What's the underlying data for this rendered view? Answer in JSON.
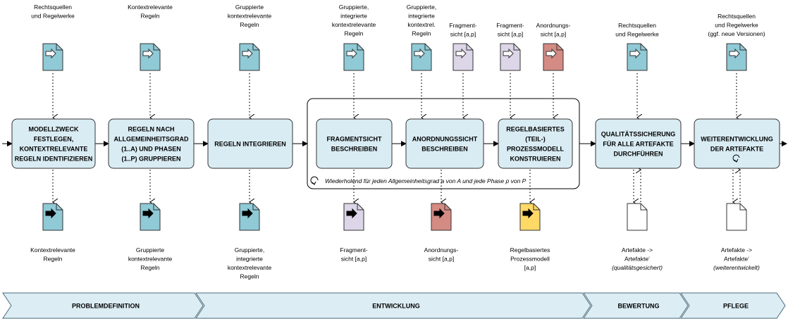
{
  "top_labels": {
    "t1": [
      "Rechtsquellen",
      "und Regelwerke"
    ],
    "t2": [
      "Kontextrelevante",
      "Regeln"
    ],
    "t3": [
      "Gruppierte",
      "kontextrelevante",
      "Regeln"
    ],
    "t4": [
      "Gruppierte,",
      "integrierte",
      "kontextrelevante",
      "Regeln"
    ],
    "t5": [
      "Gruppierte,",
      "integrierte",
      "kontextrel.",
      "Regeln"
    ],
    "t6": [
      "Fragment-",
      "sicht [a,p]"
    ],
    "t7": [
      "Fragment-",
      "sicht [a,p]"
    ],
    "t8": [
      "Anordnungs-",
      "sicht [a,p]"
    ],
    "t9": [
      "Rechtsquellen",
      "und Regelwerke"
    ],
    "t10": [
      "Rechtsquellen",
      "und Regelwerke",
      "(ggf. neue Versionen)"
    ]
  },
  "process_boxes": {
    "b1": [
      "MODELLZWECK",
      "FESTLEGEN,",
      "KONTEXTRELEVANTE",
      "REGELN IDENTIFIZIEREN"
    ],
    "b2": [
      "REGELN NACH",
      "ALLGEMEINHEITSGRAD",
      "(1..A) UND PHASEN",
      "(1..P) GRUPPIEREN"
    ],
    "b3": [
      "REGELN INTEGRIEREN"
    ],
    "b4": [
      "FRAGMENTSICHT",
      "BESCHREIBEN"
    ],
    "b5": [
      "ANORDNUNGSSICHT",
      "BESCHREIBEN"
    ],
    "b6": [
      "REGELBASIERTES",
      "(TEIL-)",
      "PROZESSMODELL",
      "KONSTRUIEREN"
    ],
    "b7": [
      "QUALITÄTSSICHERUNG",
      "FÜR ALLE ARTEFAKTE",
      "DURCHFÜHREN"
    ],
    "b8": [
      "WEITERENTWICKLUNG",
      "DER ARTEFAKTE"
    ]
  },
  "loop_note": "Wiederholend für jeden Allgemeinheitsgrad a von A und jede Phase p von P",
  "bottom_labels": {
    "o1": [
      "Kontextrelevante",
      "Regeln"
    ],
    "o2": [
      "Gruppierte",
      "kontextrelevante",
      "Regeln"
    ],
    "o3": [
      "Gruppierte,",
      "integrierte",
      "kontextrelevante",
      "Regeln"
    ],
    "o4": [
      "Fragment-",
      "sicht [a,p]"
    ],
    "o5": [
      "Anordnungs-",
      "sicht [a,p]"
    ],
    "o6": [
      "Regelbasiertes",
      "Prozessmodell",
      "[a,p]"
    ],
    "o7": [
      "Artefakte ->",
      "Artefakte‘"
    ],
    "o7i": "(qualitätsgesichert)",
    "o8": [
      "Artefakte ->",
      "Artefakte‘"
    ],
    "o8i": "(weiterentwickelt)"
  },
  "phases": [
    "PROBLEMDEFINITION",
    "ENTWICKLUNG",
    "BEWERTUNG",
    "PFLEGE"
  ],
  "colors": {
    "box_fill": "#d9ecf3",
    "doc_blue": "#8fcad6",
    "doc_lilac": "#dcd6e8",
    "doc_red": "#d48b84",
    "doc_yellow": "#ffd966",
    "doc_white": "#ffffff",
    "phase_fill": "#dcedf4"
  }
}
